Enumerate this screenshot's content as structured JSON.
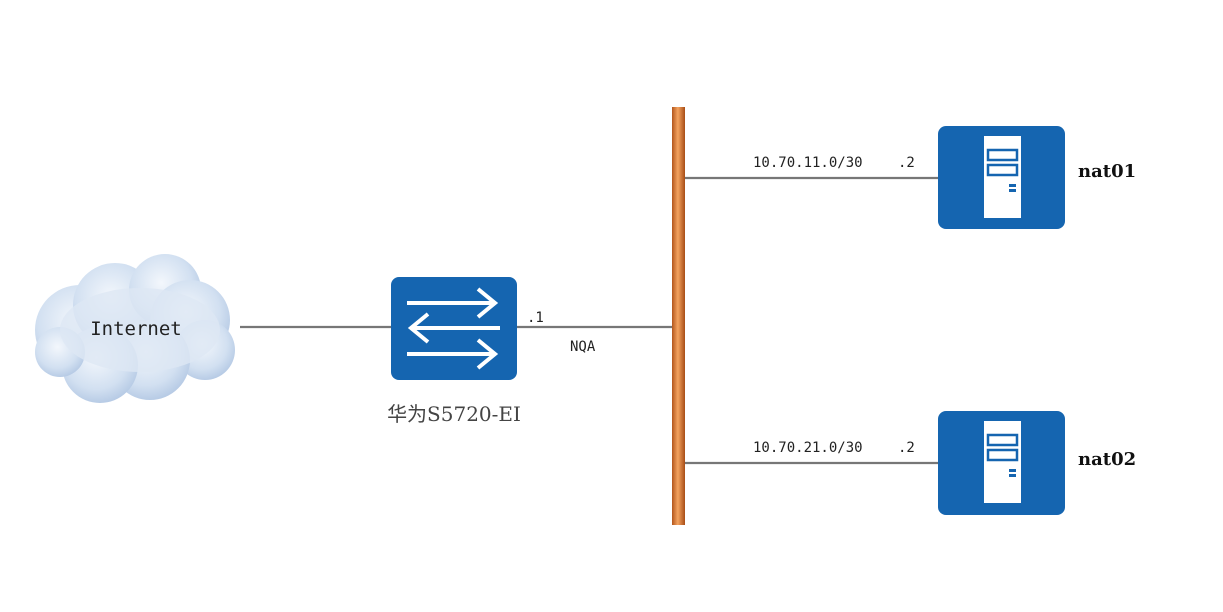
{
  "cloud": {
    "label": "Internet"
  },
  "switch": {
    "label": "华为S5720-EI",
    "port_label": ".1",
    "protocol_label": "NQA"
  },
  "links": [
    {
      "subnet": "10.70.11.0/30",
      "host_suffix": ".2",
      "node_name": "nat01"
    },
    {
      "subnet": "10.70.21.0/30",
      "host_suffix": ".2",
      "node_name": "nat02"
    }
  ],
  "icons": {
    "cloud": "cloud-icon",
    "switch": "switch-icon",
    "server": "server-icon"
  },
  "colors": {
    "device_blue": "#1565b0",
    "line_gray": "#777777",
    "bus_orange": "#e2893c",
    "cloud_blue": "#c9d9ee"
  }
}
